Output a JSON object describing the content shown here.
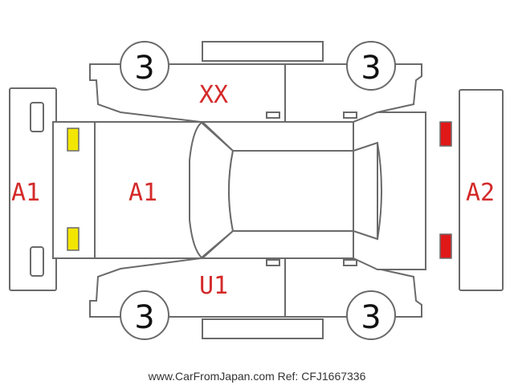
{
  "diagram": {
    "damage_labels": {
      "front_bumper": "A1",
      "hood": "A1",
      "roof": "XX",
      "left_side": "U1",
      "rear_bumper": "A2"
    },
    "tire_counts": {
      "front_left": "3",
      "rear_left": "3",
      "front_right": "3",
      "rear_right": "3"
    },
    "markers": {
      "headlight_color": "#f2e600",
      "taillight_color": "#e01818"
    }
  },
  "footer": {
    "watermark": "www.CarFromJapan.com Ref: CFJ1667336"
  }
}
